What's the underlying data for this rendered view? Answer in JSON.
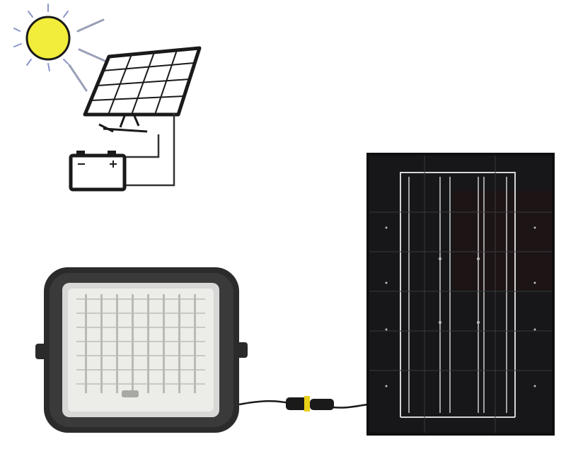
{
  "image": {
    "type": "product-illustration",
    "components": [
      {
        "name": "sun-icon",
        "color": "#f2ec3b"
      },
      {
        "name": "solar-panel-icon"
      },
      {
        "name": "battery-icon",
        "terminal_signs": [
          "-",
          "+"
        ]
      },
      {
        "name": "led-floodlight"
      },
      {
        "name": "connector-cable",
        "accent_color": "#e9d018"
      },
      {
        "name": "solar-panel-photo"
      }
    ]
  }
}
